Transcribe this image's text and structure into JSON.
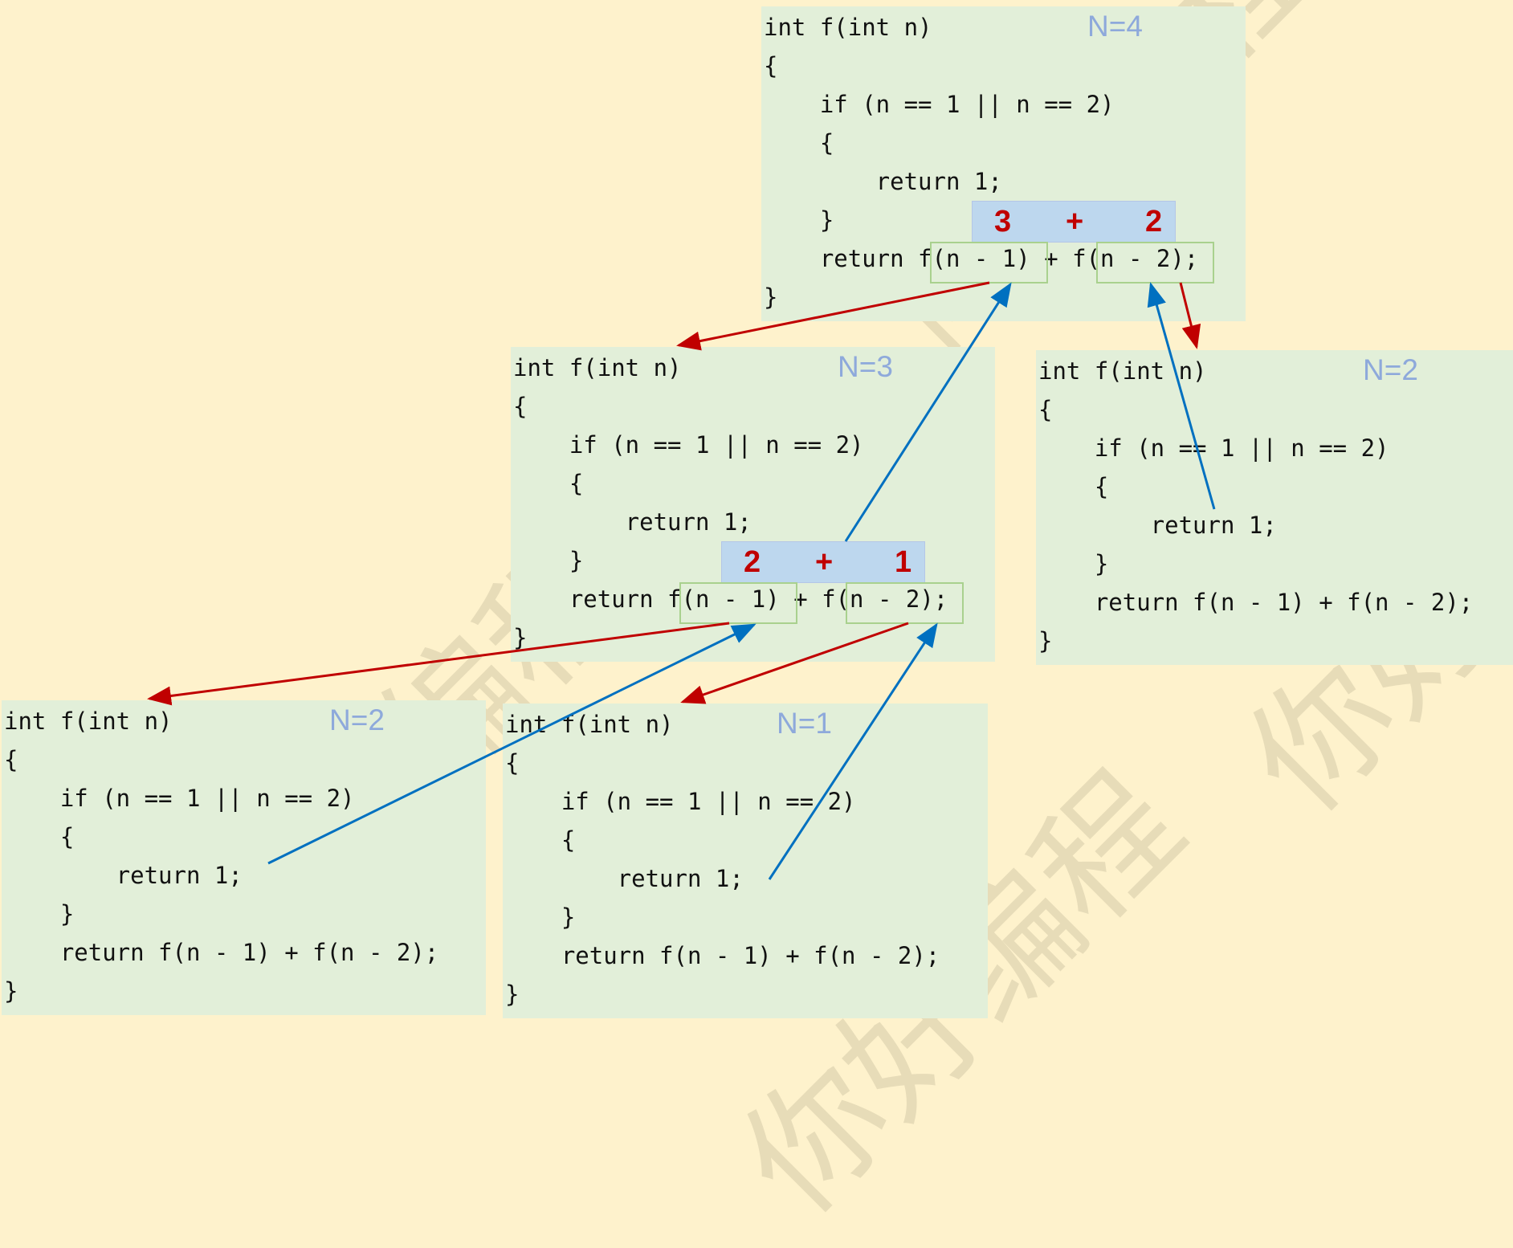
{
  "frames": [
    {
      "id": "n4",
      "label": "N=4",
      "lines": [
        "int f(int n)",
        "{",
        "    if (n == 1 || n == 2)",
        "    {",
        "        return 1;",
        "    }",
        "    return f(n - 1) + f(n - 2);",
        "}"
      ],
      "sum": {
        "left": "3",
        "op": "+",
        "right": "2"
      }
    },
    {
      "id": "n3",
      "label": "N=3",
      "lines": [
        "int f(int n)",
        "{",
        "    if (n == 1 || n == 2)",
        "    {",
        "        return 1;",
        "    }",
        "    return f(n - 1) + f(n - 2);",
        "}"
      ],
      "sum": {
        "left": "2",
        "op": "+",
        "right": "1"
      }
    },
    {
      "id": "n2-right",
      "label": "N=2",
      "lines": [
        "int f(int n)",
        "{",
        "    if (n == 1 || n == 2)",
        "    {",
        "        return 1;",
        "    }",
        "    return f(n - 1) + f(n - 2);",
        "}"
      ]
    },
    {
      "id": "n2-left",
      "label": "N=2",
      "lines": [
        "int f(int n)",
        "{",
        "    if (n == 1 || n == 2)",
        "    {",
        "        return 1;",
        "    }",
        "    return f(n - 1) + f(n - 2);",
        "}"
      ]
    },
    {
      "id": "n1",
      "label": "N=1",
      "lines": [
        "int f(int n)",
        "{",
        "    if (n == 1 || n == 2)",
        "    {",
        "        return 1;",
        "    }",
        "    return f(n - 1) + f(n - 2);",
        "}"
      ]
    }
  ],
  "watermark": "你好编程",
  "colors": {
    "background": "#fef2cc",
    "frame": "#e2efd9",
    "call_arrow": "#c00000",
    "return_arrow": "#0070c0",
    "label": "#8ea9db",
    "sum_text": "#c00000",
    "sum_box": "#bdd7ee",
    "call_box_border": "#a9d18e"
  }
}
